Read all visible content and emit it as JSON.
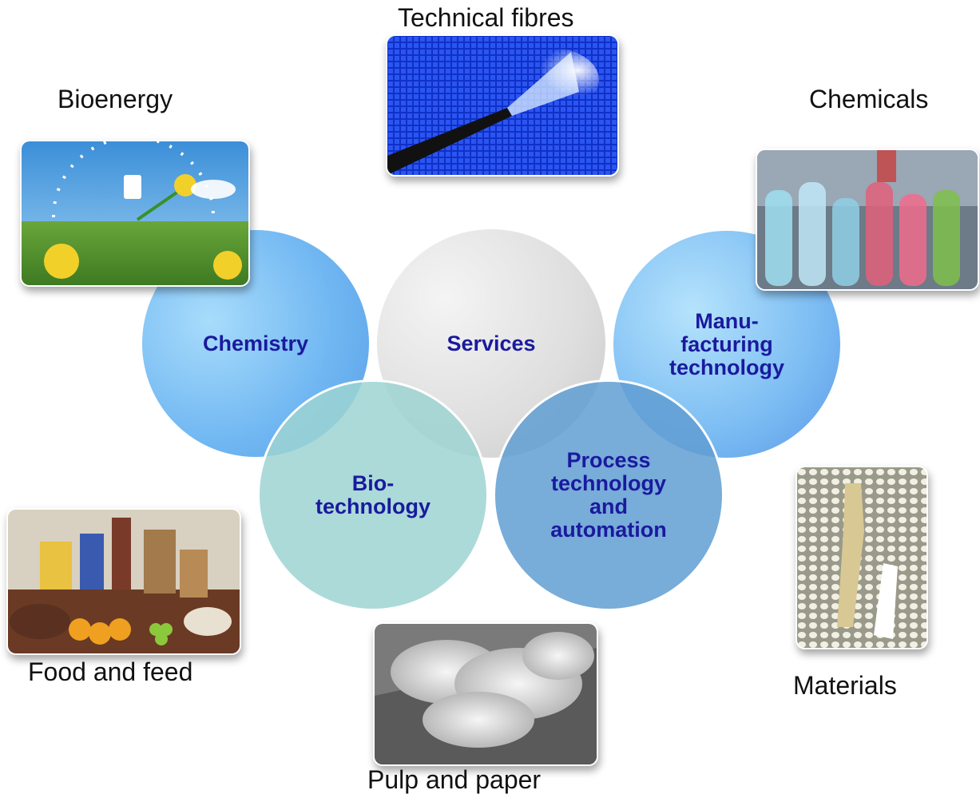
{
  "circles": {
    "chemistry": "Chemistry",
    "services": "Services",
    "manufacturing": "Manu-\nfacturing\ntechnology",
    "biotechnology": "Bio-\ntechnology",
    "process": "Process\ntechnology\nand\nautomation"
  },
  "labels": {
    "technical_fibres": "Technical fibres",
    "bioenergy": "Bioenergy",
    "chemicals": "Chemicals",
    "food_and_feed": "Food and feed",
    "materials": "Materials",
    "pulp_and_paper": "Pulp and paper"
  },
  "colors": {
    "circle_text": "#1a1a9e",
    "chemistry": "#6fb6f2",
    "services": "#dcdcdc",
    "manufacturing": "#6fb6f2",
    "biotechnology": "#a9d9d7",
    "process": "#6fa6d6"
  }
}
